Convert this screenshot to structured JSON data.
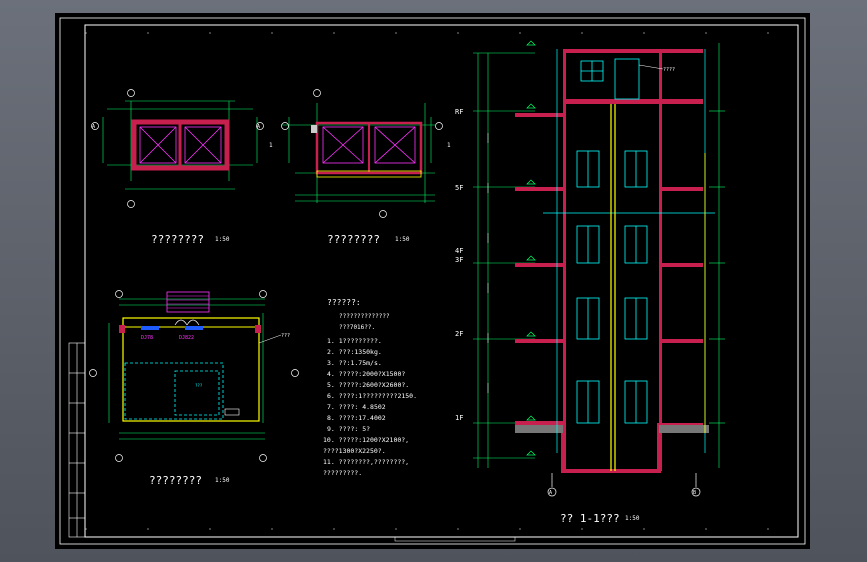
{
  "drawing": {
    "plan_top1": {
      "title": "????????",
      "scale": "1:50"
    },
    "plan_top2": {
      "title": "????????",
      "scale": "1:50",
      "section_mark": "1"
    },
    "plan_pit": {
      "title": "????????",
      "scale": "1:50",
      "tag_left": "DJ78",
      "tag_right": "DJ822",
      "leader": "???",
      "room_label": "???"
    },
    "section": {
      "title": "?? 1-1???",
      "scale": "1:50",
      "roof_tag": "????",
      "levels": [
        "RF",
        "5F",
        "4F",
        "3F",
        "2F",
        "1F"
      ],
      "axis_left": "A",
      "axis_right": "B"
    },
    "notes": {
      "heading": "??????:",
      "intro": [
        "??????????????",
        "???7016??."
      ],
      "items": [
        "1.  1?????????.",
        "2.  ???:1350kg.",
        "3.  ??:1.75m/s.",
        "4.  ?????:2000?X1500?",
        "5.  ?????:2600?X2600?.",
        "6.  ????:1?????????2150.",
        "7.  ????: 4.8502",
        "8.  ????:17.4002",
        "9.  ????:  5?",
        "10.  ?????:1200?X2100?,",
        "      ????1300?X2250?.",
        "11.  ????????,????????,",
        "      ?????????."
      ]
    },
    "grid_axes": [
      "A",
      "B",
      "1"
    ]
  },
  "colors": {
    "background": "#000000",
    "wall": "#c8204e",
    "green": "#00ff66",
    "yellow": "#ffff00",
    "cyan": "#00ffff",
    "magenta": "#ff33ff",
    "white": "#ffffff"
  }
}
